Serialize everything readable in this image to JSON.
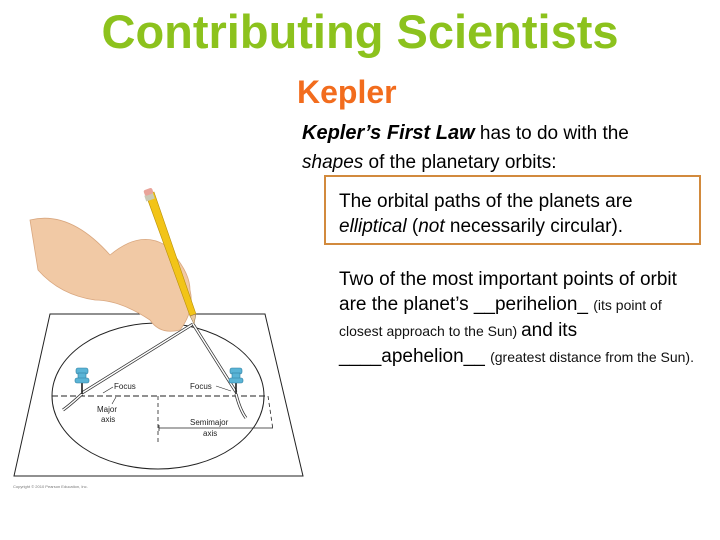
{
  "slide": {
    "title": "Contributing Scientists",
    "subtitle": "Kepler",
    "intro": {
      "law_name": "Kepler’s First Law",
      "text_after_law": " has to do with the ",
      "shapes_word": "shapes",
      "text_end": " of the planetary orbits:"
    },
    "box": {
      "line1": "The orbital paths of the planets are",
      "elliptical_word": "elliptical",
      "open_paren": " (",
      "not_word": "not",
      "line2_rest": " necessarily circular)."
    },
    "points": {
      "part1": "Two of the most important points of orbit are the planet’s __perihelion_ ",
      "part2_small": "(its point of closest approach to the Sun) ",
      "part3": "and its ____apehelion__ ",
      "part4_small": "(greatest distance from the Sun)."
    },
    "diagram": {
      "focus_left_label": "Focus",
      "focus_right_label": "Focus",
      "major_axis_label_1": "Major",
      "major_axis_label_2": "axis",
      "semimajor_axis_label_1": "Semimajor",
      "semimajor_axis_label_2": "axis",
      "copyright": "Copyright © 2010 Pearson Education, Inc."
    },
    "colors": {
      "title": "#8cc21d",
      "subtitle": "#f26c1d",
      "box_border": "#d28a3d",
      "pushpin": "#5ab4d6",
      "pencil": "#f2c418"
    }
  }
}
